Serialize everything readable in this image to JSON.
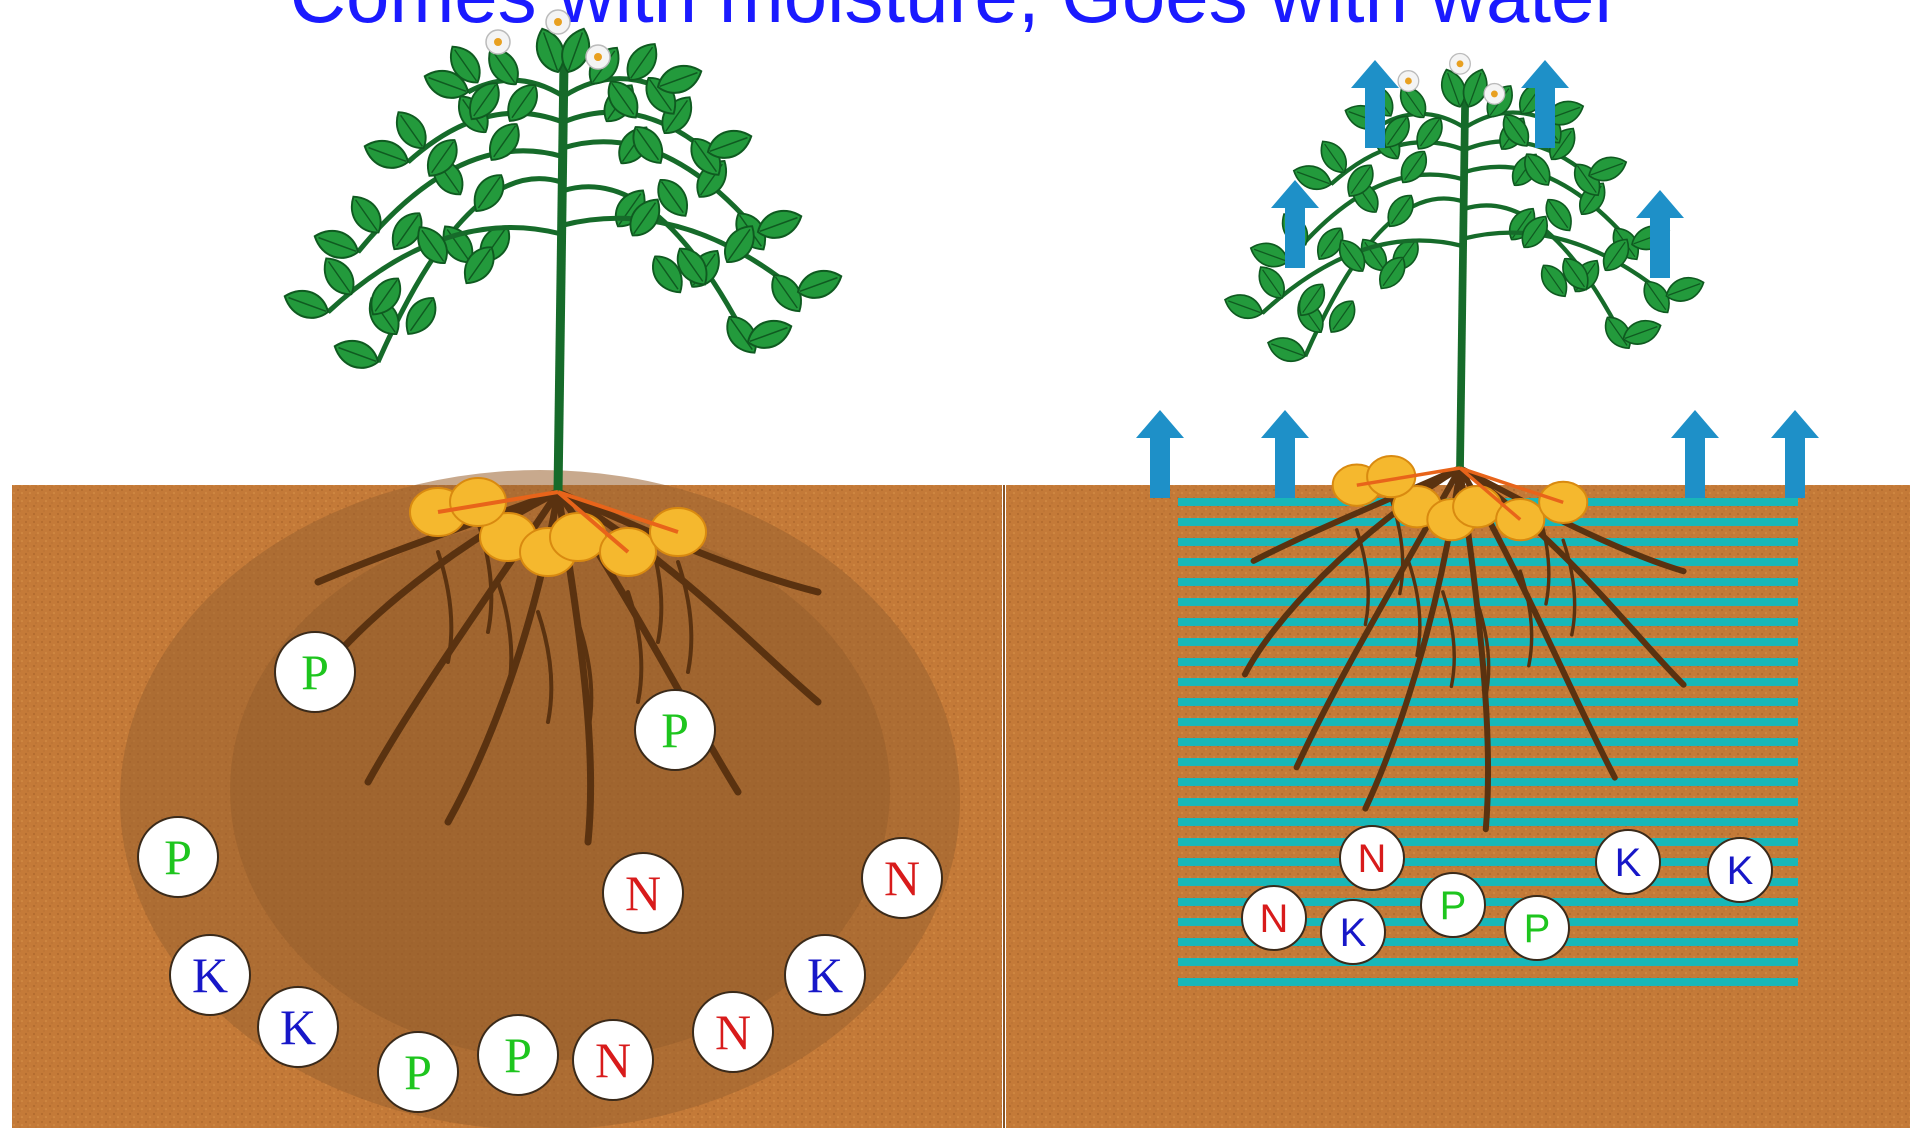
{
  "title": "Comes with moisture, Goes with water",
  "colors": {
    "title": "#1a1aff",
    "soil": "#c47a38",
    "moist_zone": "#9a6230",
    "root": "#5a3210",
    "stem": "#166b2a",
    "leaf": "#239a3c",
    "tuber": "#f5b82e",
    "water_band": "#19b7b8",
    "arrow": "#1e90c8",
    "nutrient_P": "#1ec51e",
    "nutrient_N": "#d81b1b",
    "nutrient_K": "#1717c8"
  },
  "left_panel": {
    "nutrients": [
      "P",
      "P",
      "P",
      "N",
      "N",
      "K",
      "K",
      "K",
      "P",
      "P",
      "N",
      "N"
    ]
  },
  "right_panel": {
    "nutrients": [
      "N",
      "K",
      "K",
      "N",
      "K",
      "P",
      "P"
    ],
    "arrow_count": 8
  }
}
